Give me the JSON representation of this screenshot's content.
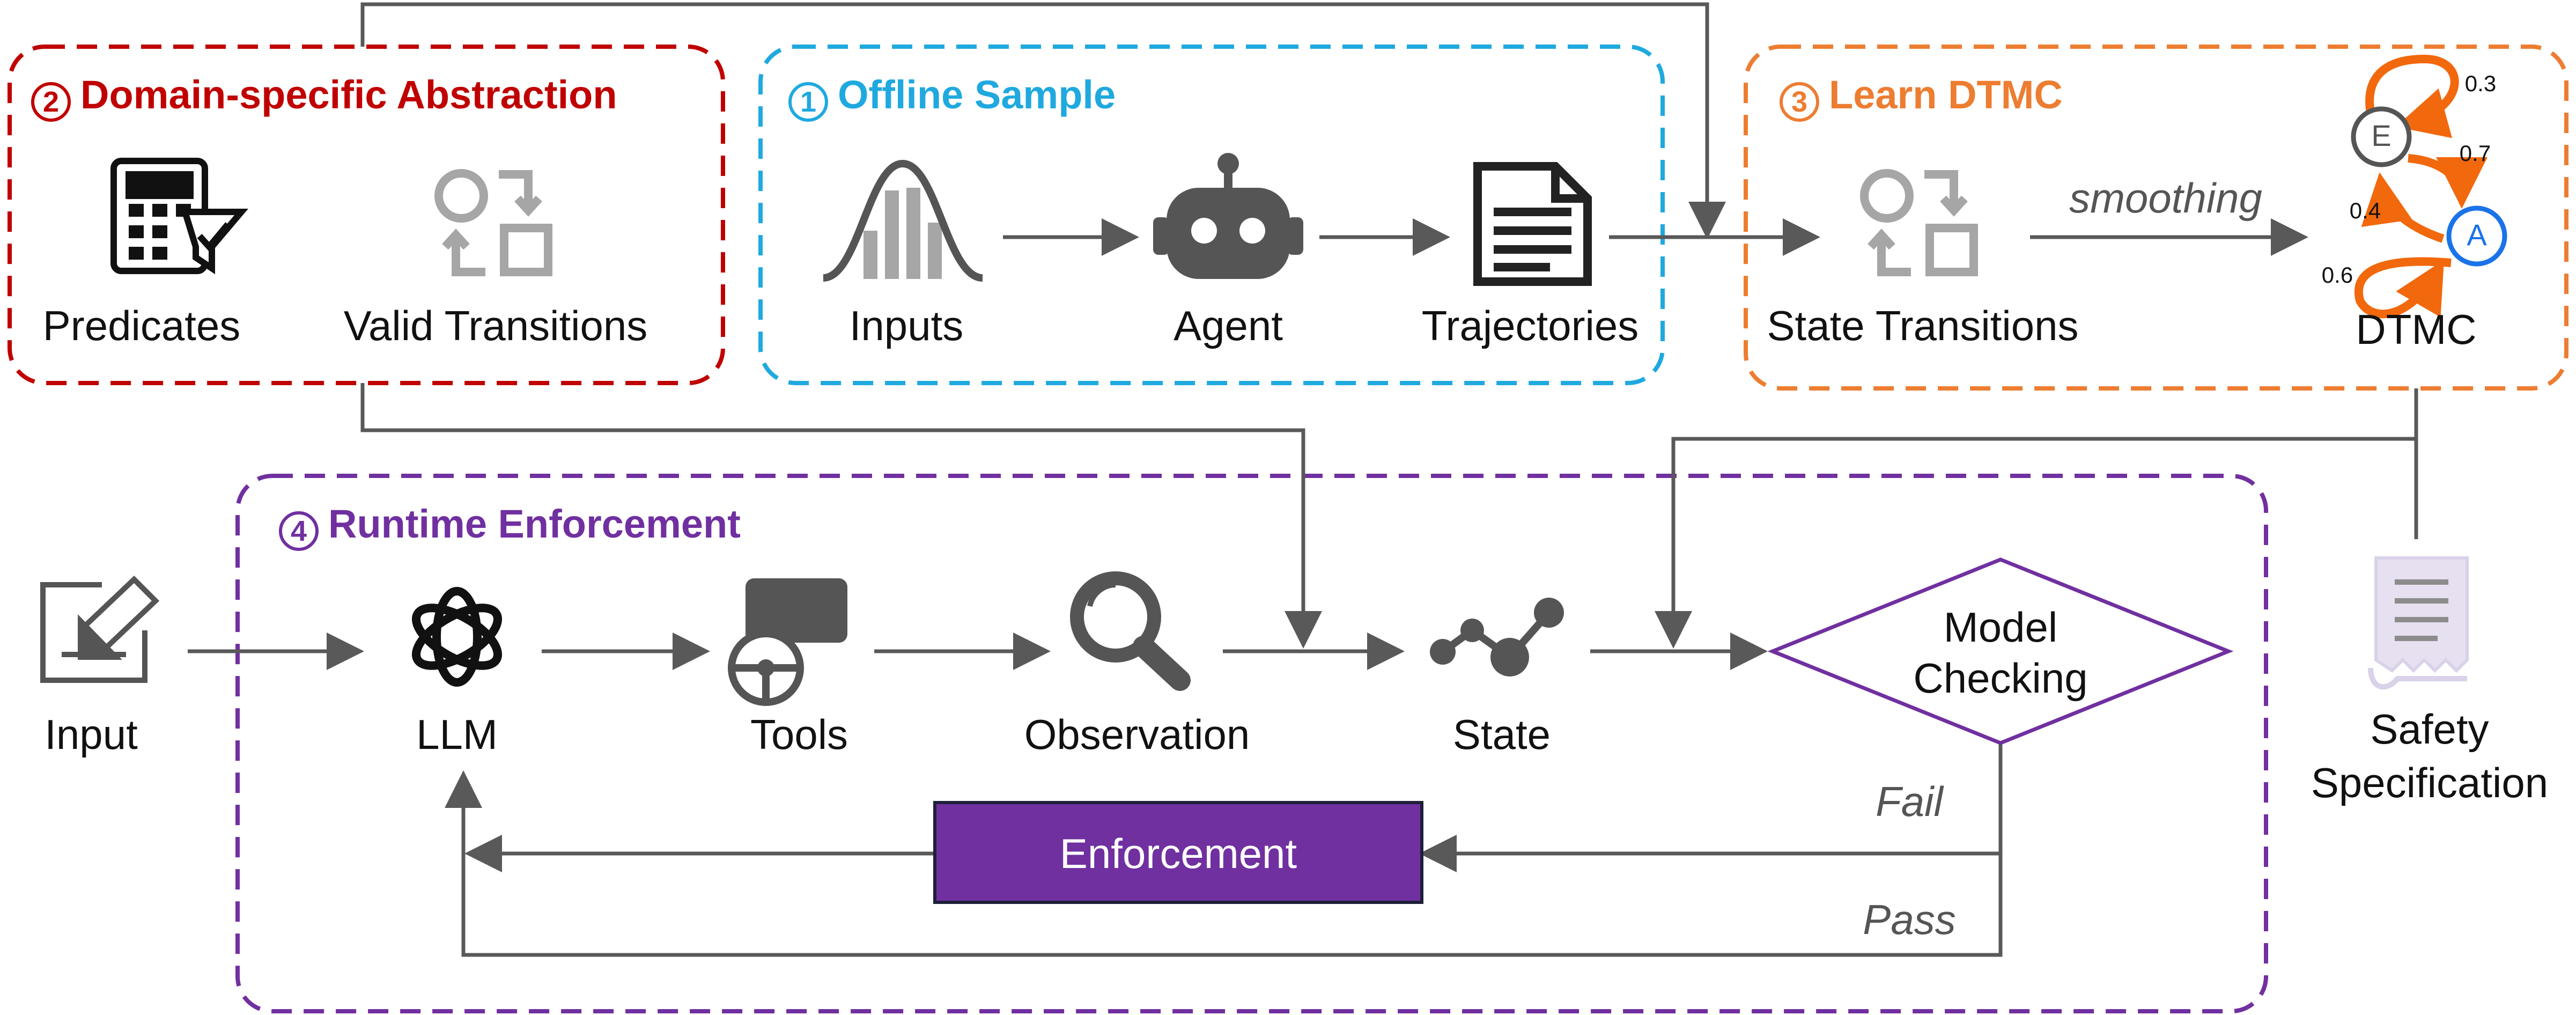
{
  "colors": {
    "abstraction": "#C00000",
    "offline": "#1FA9DF",
    "learn": "#ED7D31",
    "runtime": "#7030A0",
    "icon_gray": "#555555",
    "light_gray": "#A6A6A6",
    "arrow": "#595959",
    "dtmc_blue": "#1A73E8",
    "dtmc_orange": "#F2680C",
    "enforcement_fill": "#7030A0"
  },
  "sections": {
    "abstraction": {
      "num": "2",
      "title": "Domain-specific Abstraction",
      "predicates": "Predicates",
      "valid_transitions": "Valid Transitions"
    },
    "offline": {
      "num": "1",
      "title": "Offline Sample",
      "inputs": "Inputs",
      "agent": "Agent",
      "trajectories": "Trajectories"
    },
    "learn": {
      "num": "3",
      "title": "Learn DTMC",
      "state_transitions": "State Transitions",
      "smoothing": "smoothing",
      "dtmc": "DTMC"
    },
    "runtime": {
      "num": "4",
      "title": "Runtime Enforcement",
      "input": "Input",
      "llm": "LLM",
      "tools": "Tools",
      "observation": "Observation",
      "state": "State",
      "model_checking_1": "Model",
      "model_checking_2": "Checking",
      "enforcement": "Enforcement",
      "fail": "Fail",
      "pass": "Pass"
    }
  },
  "safety": {
    "line1": "Safety",
    "line2": "Specification"
  },
  "dtmc_graph": {
    "node_e": "E",
    "node_a": "A",
    "p_ee": "0.3",
    "p_ea": "0.7",
    "p_ae": "0.4",
    "p_aa": "0.6"
  },
  "icons": [
    "calculator-icon",
    "transition-icon",
    "bell-curve-icon",
    "robot-icon",
    "document-icon",
    "transition-icon",
    "input-tray-icon",
    "openai-logo-icon",
    "steering-wheel-icon",
    "magnifier-icon",
    "state-graph-icon",
    "receipt-icon"
  ]
}
